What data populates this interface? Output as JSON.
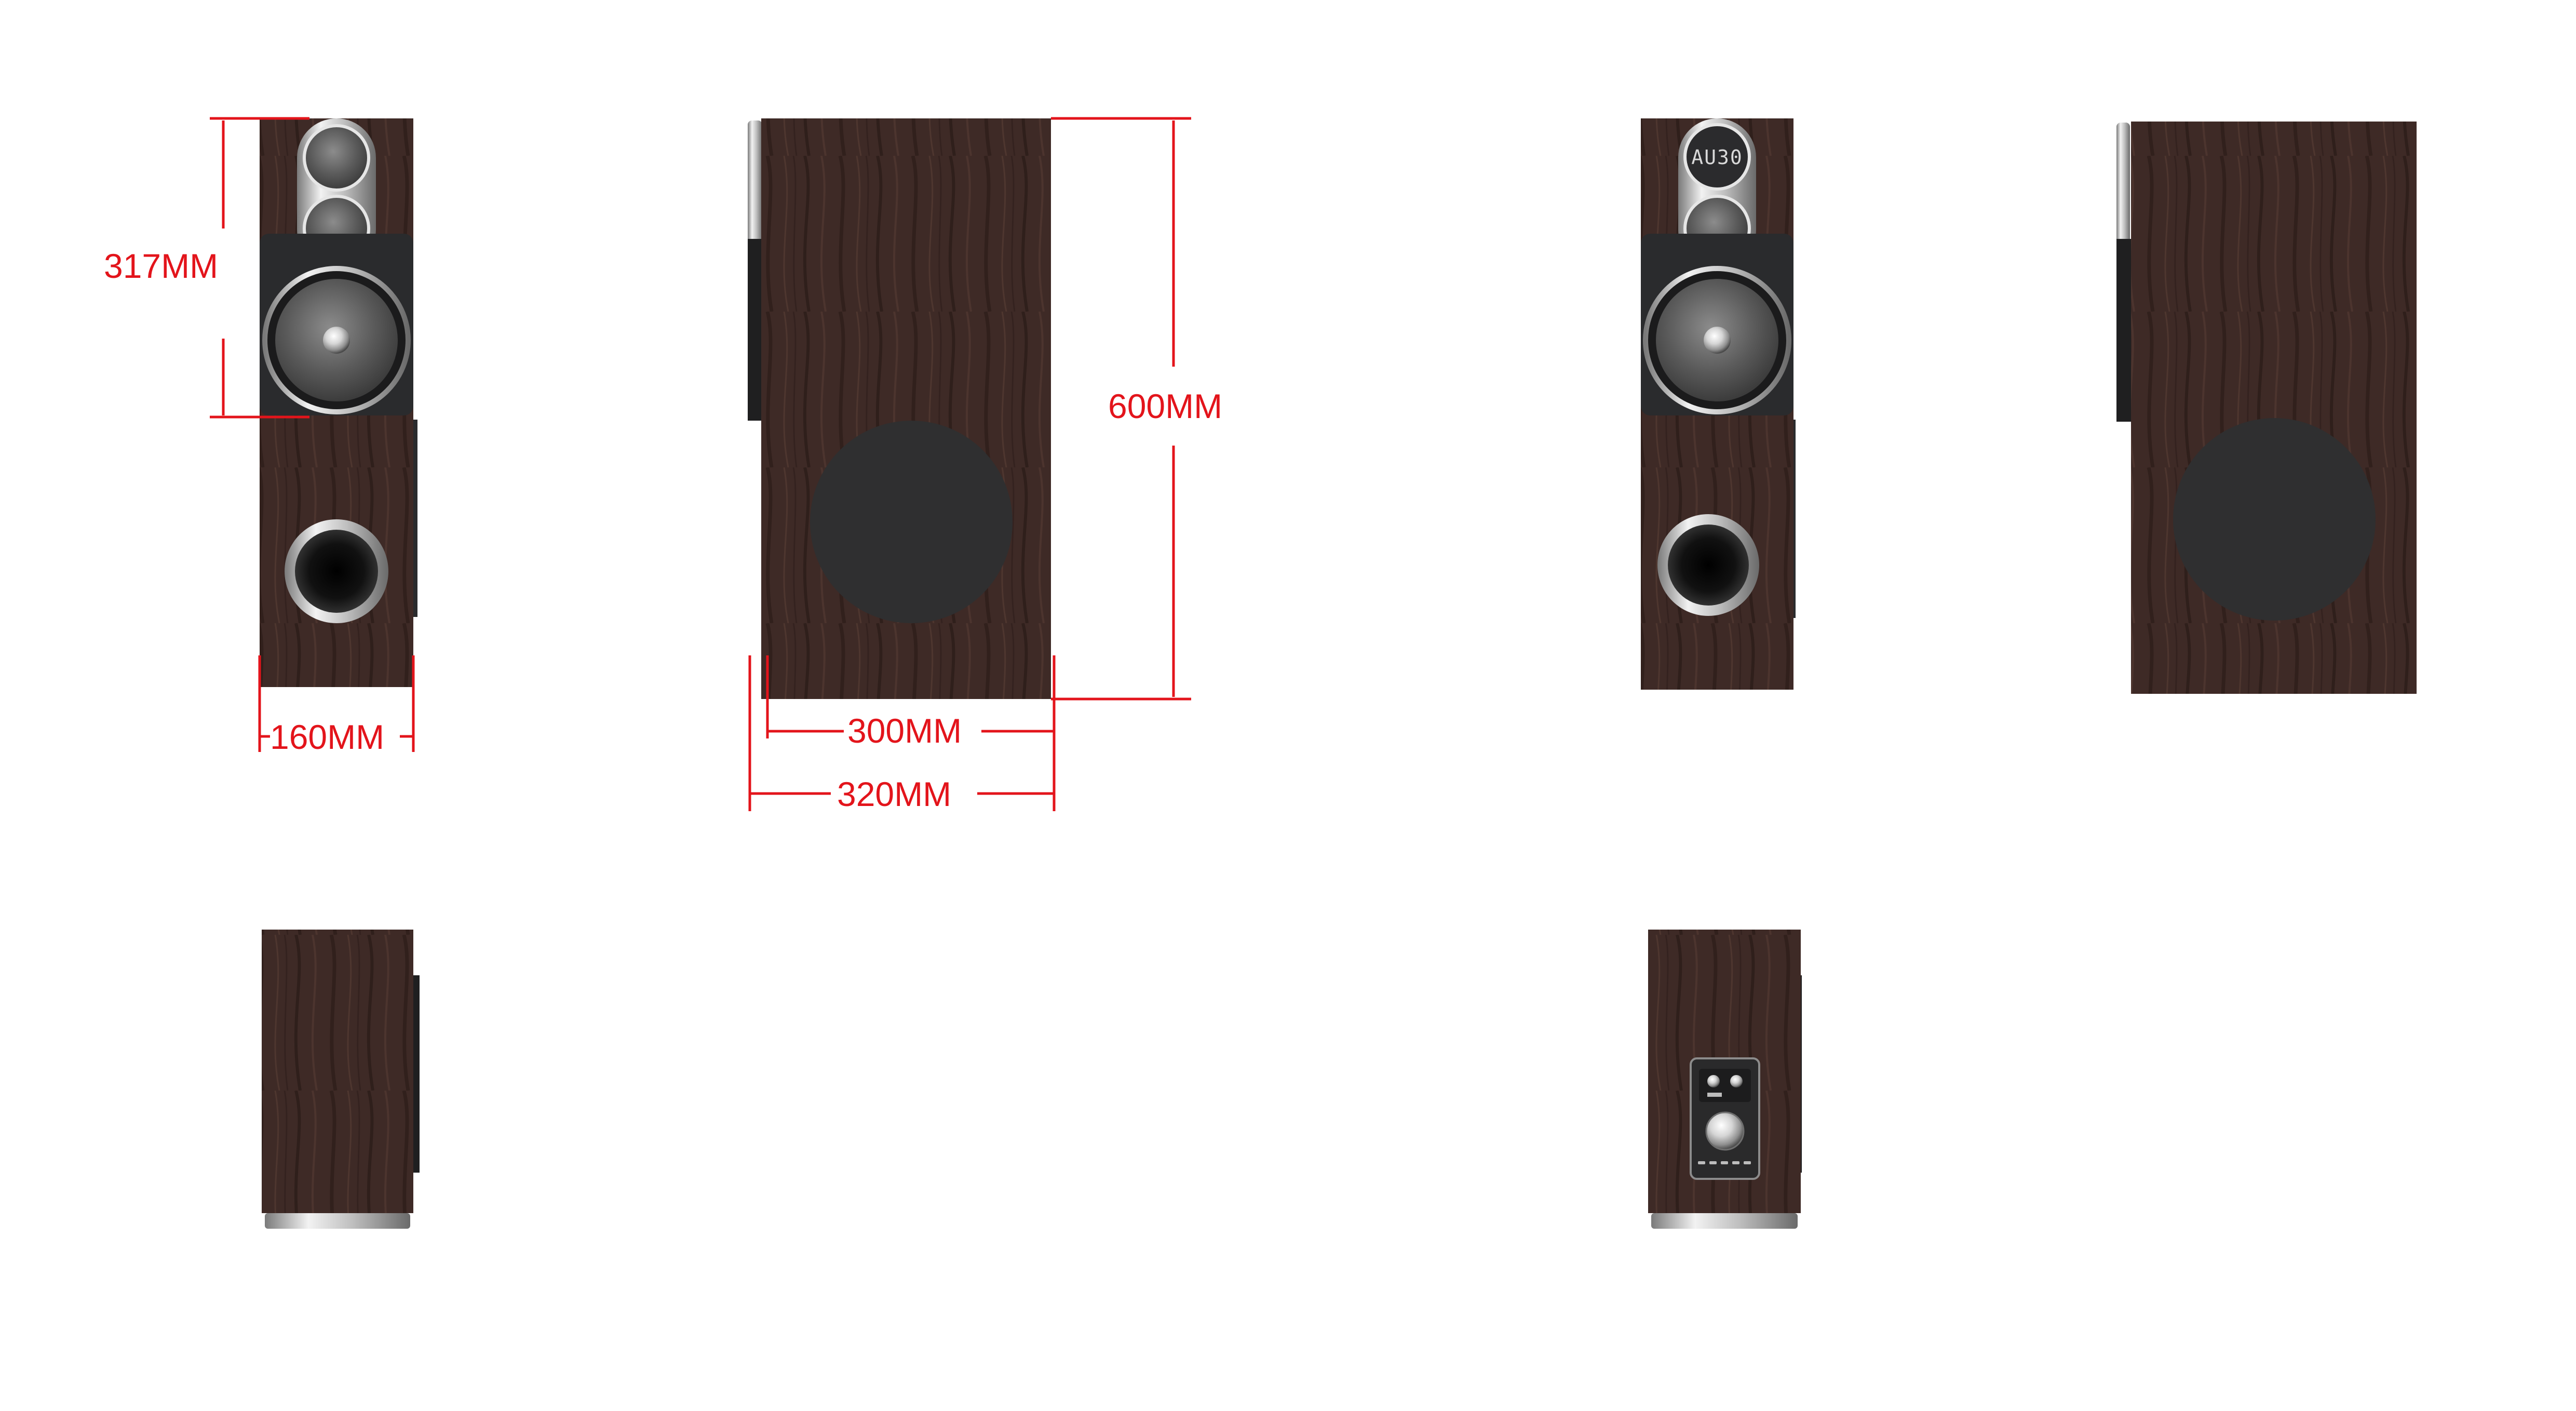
{
  "dimensions": {
    "height_top_section": "317MM",
    "width_front": "160MM",
    "height_total": "600MM",
    "depth_inner": "300MM",
    "depth_outer": "320MM"
  },
  "display": {
    "text": "AU30"
  },
  "colors": {
    "dimension_line": "#e3141b",
    "wood_base": "#3e2a26",
    "wood_grain": "#2a1a17",
    "driver_panel": "#2a2b2d",
    "passive_radiator": "#2f2f30",
    "chrome": "#d9d9d9"
  }
}
